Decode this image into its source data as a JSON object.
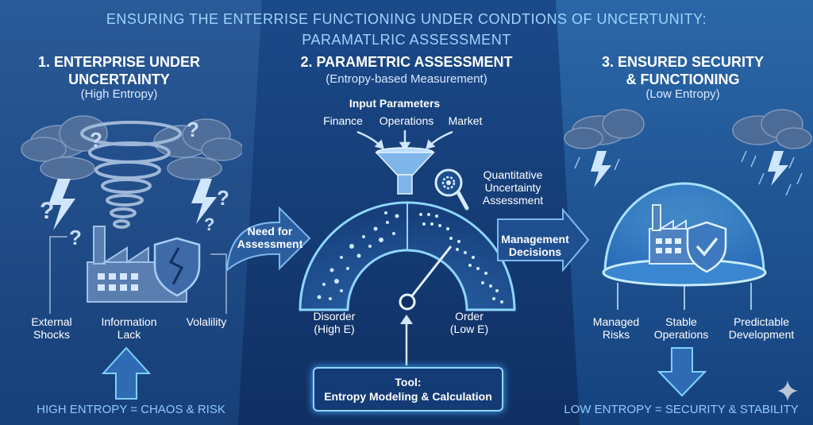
{
  "header": {
    "line1": "ENSURING THE ENTERRISE FUNCTIONING UNDER CONDTIONS OF UNCERTUNITY:",
    "line2": "PARAMATLRIC ASSESSMENT"
  },
  "left": {
    "title_line1": "1. ENTERPRISE UNDER",
    "title_line2": "UNCERTAINTY",
    "subtitle": "(High Entropy)",
    "labels": {
      "external_1": "External",
      "external_2": "Shocks",
      "info_1": "Information",
      "info_2": "Lack",
      "volatility": "Volalility"
    },
    "footer": "HIGH ENTROPY = CHAOS & RISK"
  },
  "middle": {
    "title": "2. PARAMETRIC ASSESSMENT",
    "subtitle": "(Entropy-based Measurement)",
    "input_title": "Input Parameters",
    "inputs": [
      "Finance",
      "Operations",
      "Market"
    ],
    "quant_1": "Quantitative",
    "quant_2": "Uncertainty",
    "quant_3": "Assessment",
    "disorder_1": "Disorder",
    "disorder_2": "(High E)",
    "order_1": "Order",
    "order_2": "(Low E)",
    "tool_1": "Tool:",
    "tool_2": "Entropy Modeling & Calculation"
  },
  "arrows": {
    "need_1": "Need for",
    "need_2": "Assessment",
    "mgmt_1": "Management",
    "mgmt_2": "Decisions"
  },
  "right": {
    "title_line1": "3. ENSURED SECURITY",
    "title_line2": "& FUNCTIONING",
    "subtitle": "(Low Entropy)",
    "labels": {
      "managed_1": "Managed",
      "managed_2": "Risks",
      "stable_1": "Stable",
      "stable_2": "Operations",
      "predictable_1": "Predictable",
      "predictable_2": "Development"
    },
    "footer": "LOW ENTROPY = SECURITY & STABILITY"
  },
  "colors": {
    "accent": "#8ec9ff",
    "glow": "#7fd0ff",
    "background": "#123a73"
  }
}
